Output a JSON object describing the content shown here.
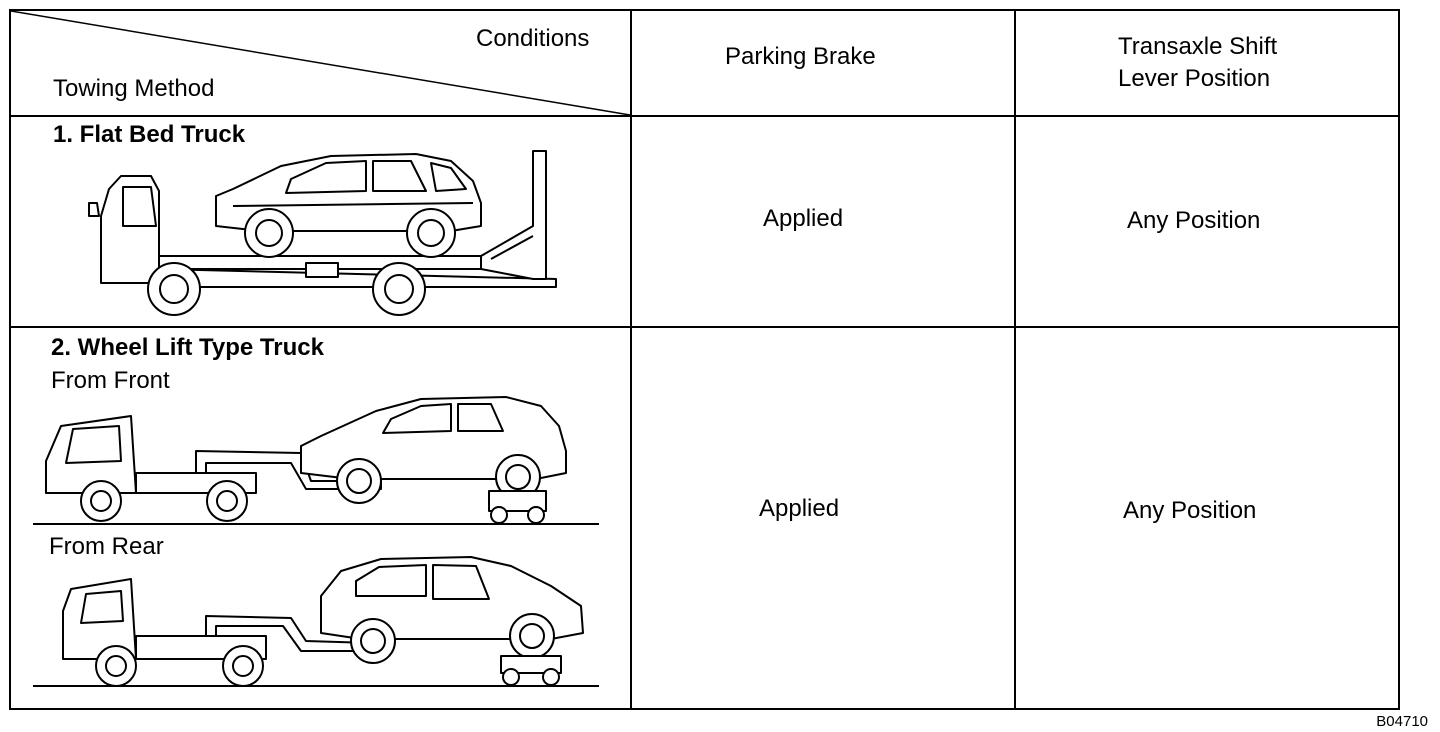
{
  "header": {
    "conditions": "Conditions",
    "towing_method": "Towing Method",
    "parking_brake": "Parking Brake",
    "transaxle_line1": "Transaxle Shift",
    "transaxle_line2": "Lever Position"
  },
  "rows": [
    {
      "title": "1. Flat Bed Truck",
      "parking_brake": "Applied",
      "lever_position": "Any Position"
    },
    {
      "title": "2. Wheel Lift Type Truck",
      "sub1": "From Front",
      "sub2": "From Rear",
      "parking_brake": "Applied",
      "lever_position": "Any Position"
    }
  ],
  "figure_code": "B04710"
}
